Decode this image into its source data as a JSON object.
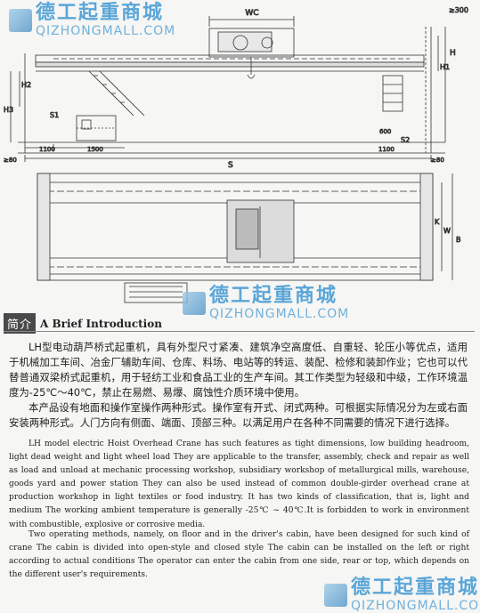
{
  "watermark": {
    "brand_cn": "德工起重商城",
    "brand_en": "QIZHONGMALL.COM"
  },
  "drawing": {
    "labels": {
      "wc": "WC",
      "h": "H",
      "h1": "H1",
      "h2": "H2",
      "h3": "H3",
      "s": "S",
      "s1": "S1",
      "s2": "S2",
      "w": "W",
      "b": "B",
      "k": "K",
      "dim_300": "≥300",
      "dim_1100_left": "1100",
      "dim_1500": "1500",
      "dim_1100_right": "1100",
      "dim_600": "600",
      "dim_80_left": "≥80",
      "dim_80_right": "≥80"
    }
  },
  "intro": {
    "tag": "简介",
    "title": "A Brief Introduction"
  },
  "cn_paragraphs": [
    "LH型电动葫芦桥式起重机，具有外型尺寸紧凑、建筑净空高度低、自重轻、轮压小等优点，适用于机械加工车间、冶金厂辅助车间、仓库、料场、电站等的转运、装配、检修和装卸作业；它也可以代替普通双梁桥式起重机，用于轻纺工业和食品工业的生产车间。其工作类型为轻级和中级，工作环境温度为-25℃～40℃，禁止在易燃、易爆、腐蚀性介质环境中使用。",
    "本产品设有地面和操作室操作两种形式。操作室有开式、闭式两种。可根据实际情况分为左或右面安装两种形式。人门方向有侧面、端面、顶部三种。以满足用户在各种不同需要的情况下进行选择。"
  ],
  "en_paragraphs": [
    "LH model electric Hoist Overhead Crane has such features as tight dimensions, low building headroom, light dead weight and light wheel load They are applicable to the transfer, assembly, check and repair as well as load and unload at mechanic processing workshop, subsidiary workshop of metallurgical mills, warehouse, goods yard and power station They can also be used instead of common double-girder overhead crane at production workshop in light textiles or food industry. It has two kinds of classification, that is, light and medium The working ambient temperature is generally -25℃ ~ 40℃.It is forbidden to work in environment with combustible, explosive or corrosive media.",
    "Two operating methods, namely, on floor and in the driver's cabin, have been designed for such kind of crane The cabin is divided into open-style and closed style The cabin can be installed on the left or right according to actual conditions The operator can enter the cabin from one side, rear or top, which depends on the different user's requirements."
  ]
}
